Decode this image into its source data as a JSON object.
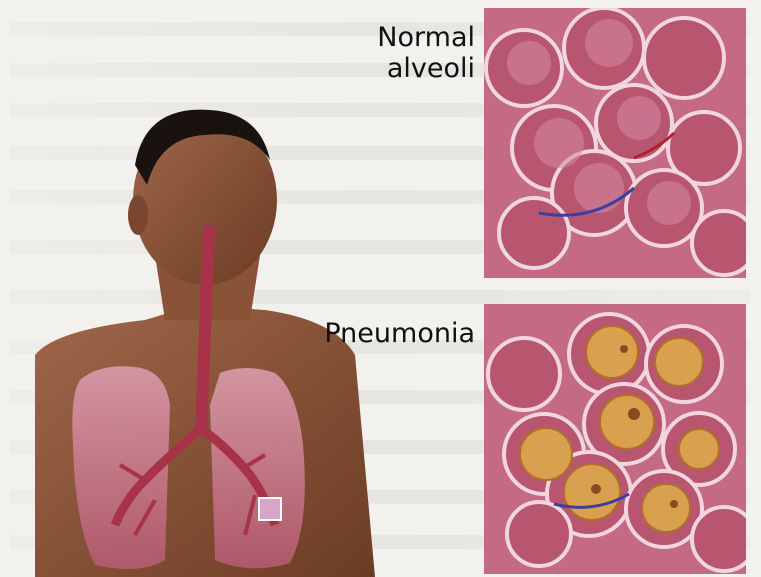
{
  "labels": {
    "normal_line1": "Normal",
    "normal_line2": "alveoli",
    "pneumonia": "Pneumonia"
  },
  "colors": {
    "background": "#f3f1ee",
    "alveoli_tissue": "#b8566f",
    "normal_sac": "#c8789a",
    "infected_sac": "#d9a050",
    "skin": "#7a4a2e",
    "lung": "#c87a8a"
  }
}
